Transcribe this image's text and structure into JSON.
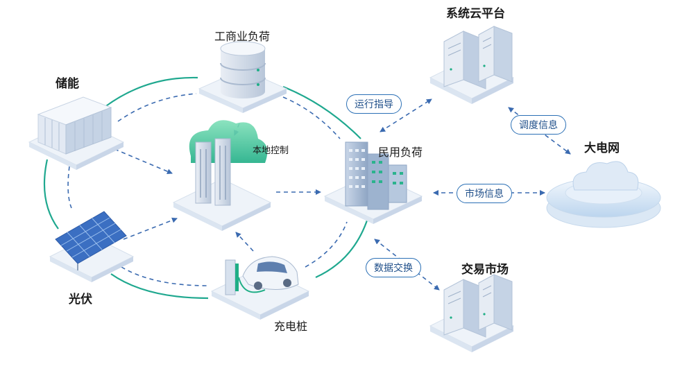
{
  "nodes": {
    "commercial": "工商业负荷",
    "storage": "储能",
    "local_control": "本地控制",
    "residential": "民用负荷",
    "cloud_platform": "系统云平台",
    "grid": "大电网",
    "solar": "光伏",
    "charging": "充电桩",
    "market": "交易市场"
  },
  "links": {
    "ops_guidance": "运行指导",
    "dispatch_info": "调度信息",
    "market_info": "市场信息",
    "data_exchange": "数据交换"
  },
  "colors": {
    "ring": "#1fa88f",
    "dashed_arrow": "#3a6ab0",
    "pill_border": "#2a6fb5",
    "platform": "#eef3f9"
  }
}
